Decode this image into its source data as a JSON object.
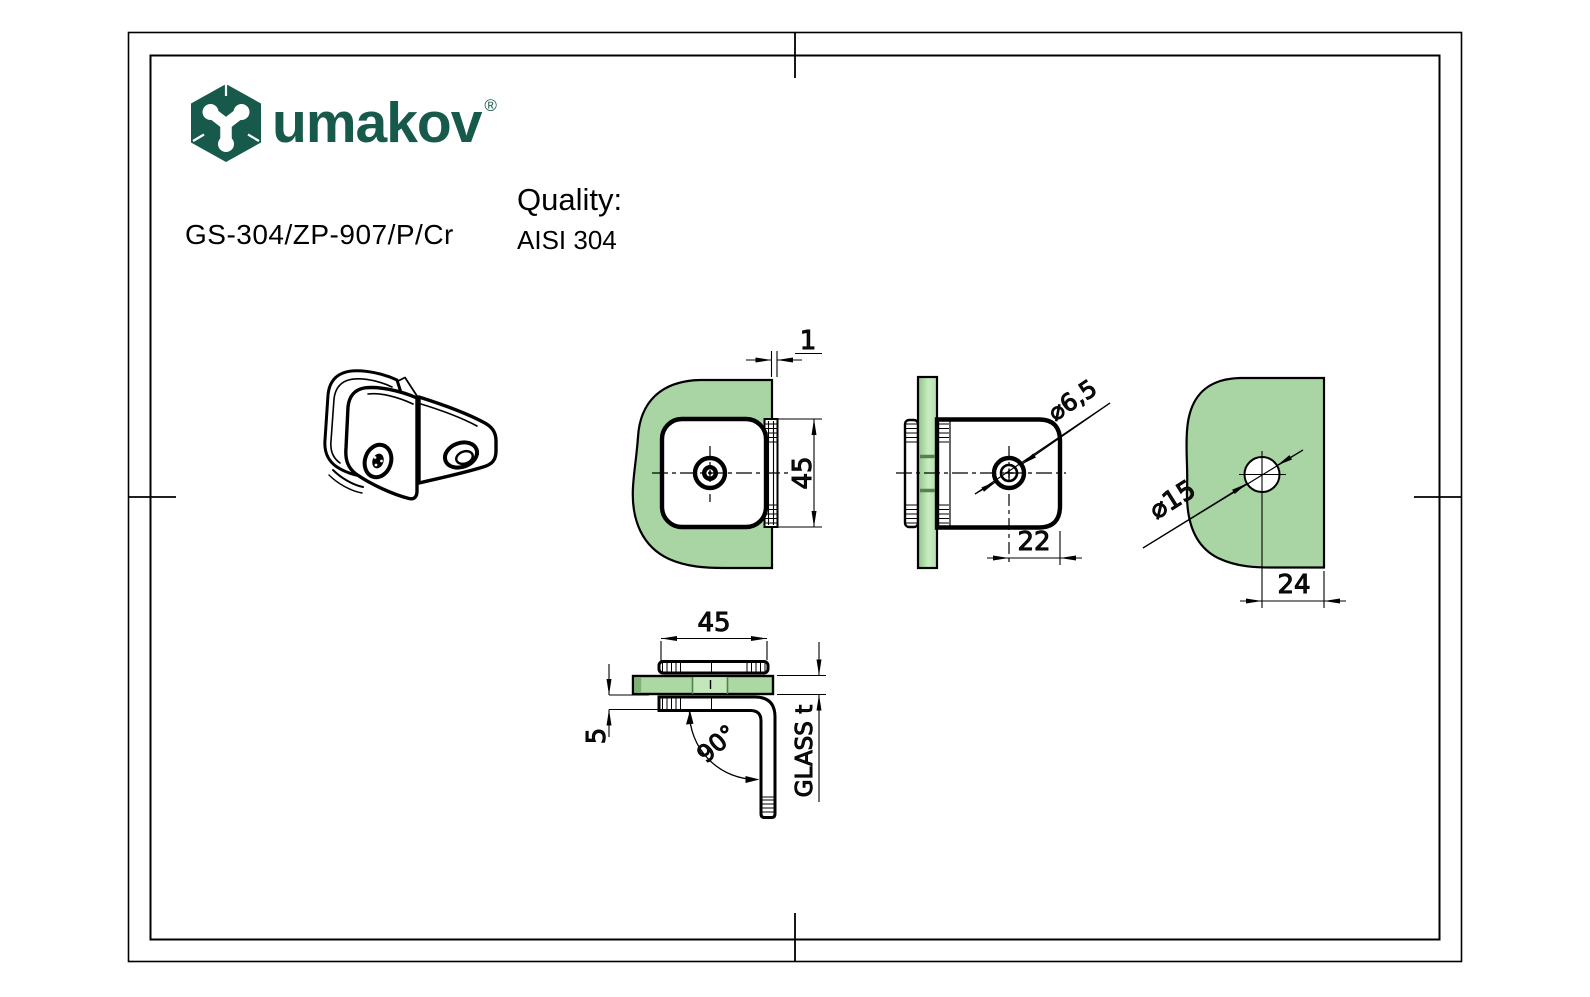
{
  "header": {
    "brand": "umakov",
    "registered_mark": "®",
    "part_number": "GS-304/ZP-907/P/Cr",
    "quality_label": "Quality:",
    "quality_value": "AISI 304"
  },
  "drawing": {
    "front_view": {
      "plate_edge_gap": "1",
      "clamp_height": "45"
    },
    "side_view": {
      "screw_hole_diameter": "⌀6,5",
      "hole_center_to_edge": "22"
    },
    "glass_view": {
      "glass_hole_diameter": "⌀15",
      "hole_center_to_edge": "24"
    },
    "top_view": {
      "clamp_width": "45",
      "plate_offset": "5",
      "angle": "90°",
      "glass_thickness": "GLASS t"
    }
  },
  "colors": {
    "brand_green": "#17594A",
    "glass_green": "#A9D4A3",
    "glass_green_light": "#C9EDC2",
    "glass_green_dark": "#8CC584",
    "line": "#000000"
  }
}
